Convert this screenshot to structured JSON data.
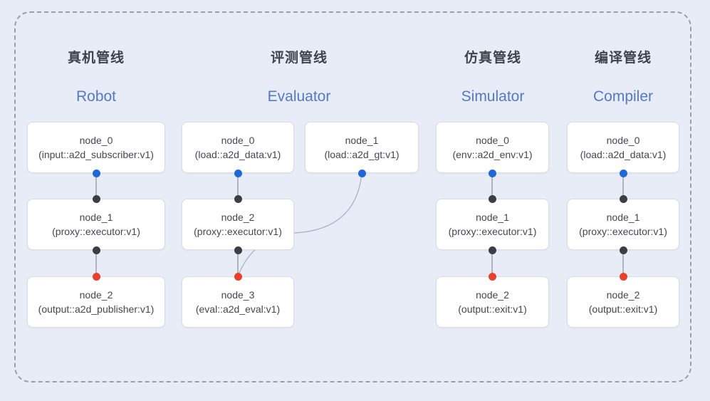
{
  "colors": {
    "background": "#e8ecf7",
    "frame_dash": "#98a0ad",
    "node_background": "#ffffff",
    "node_border": "#d8dde7",
    "cn_title_text": "#3f434b",
    "en_title_text": "#5479c5",
    "node_text": "#45474c",
    "edge_line": "#8b9099",
    "edge_curve": "#a9b2c3",
    "output_port_dot": "#1e68da",
    "mid_port_dot": "#3b3e44",
    "final_input_port_dot": "#e8402c"
  },
  "pipelines": [
    {
      "title_cn": "真机管线",
      "title_en": "Robot",
      "nodes": [
        {
          "name": "node_0",
          "impl": "(input::a2d_subscriber:v1)"
        },
        {
          "name": "node_1",
          "impl": "(proxy::executor:v1)"
        },
        {
          "name": "node_2",
          "impl": "(output::a2d_publisher:v1)"
        }
      ]
    },
    {
      "title_cn": "评测管线",
      "title_en": "Evaluator",
      "nodes": [
        {
          "name": "node_0",
          "impl": "(load::a2d_data:v1)"
        },
        {
          "name": "node_1",
          "impl": "(load::a2d_gt:v1)"
        },
        {
          "name": "node_2",
          "impl": "(proxy::executor:v1)"
        },
        {
          "name": "node_3",
          "impl": "(eval::a2d_eval:v1)"
        }
      ]
    },
    {
      "title_cn": "仿真管线",
      "title_en": "Simulator",
      "nodes": [
        {
          "name": "node_0",
          "impl": "(env::a2d_env:v1)"
        },
        {
          "name": "node_1",
          "impl": "(proxy::executor:v1)"
        },
        {
          "name": "node_2",
          "impl": "(output::exit:v1)"
        }
      ]
    },
    {
      "title_cn": "编译管线",
      "title_en": "Compiler",
      "nodes": [
        {
          "name": "node_0",
          "impl": "(load::a2d_data:v1)"
        },
        {
          "name": "node_1",
          "impl": "(proxy::executor:v1)"
        },
        {
          "name": "node_2",
          "impl": "(output::exit:v1)"
        }
      ]
    }
  ],
  "edges": [
    {
      "pipeline": "Robot",
      "from": "node_0",
      "to": "node_1",
      "style": "straight"
    },
    {
      "pipeline": "Robot",
      "from": "node_1",
      "to": "node_2",
      "style": "straight"
    },
    {
      "pipeline": "Evaluator",
      "from": "node_0",
      "to": "node_2",
      "style": "straight"
    },
    {
      "pipeline": "Evaluator",
      "from": "node_2",
      "to": "node_3",
      "style": "straight"
    },
    {
      "pipeline": "Evaluator",
      "from": "node_1",
      "to": "node_3",
      "style": "curved"
    },
    {
      "pipeline": "Simulator",
      "from": "node_0",
      "to": "node_1",
      "style": "straight"
    },
    {
      "pipeline": "Simulator",
      "from": "node_1",
      "to": "node_2",
      "style": "straight"
    },
    {
      "pipeline": "Compiler",
      "from": "node_0",
      "to": "node_1",
      "style": "straight"
    },
    {
      "pipeline": "Compiler",
      "from": "node_1",
      "to": "node_2",
      "style": "straight"
    }
  ]
}
